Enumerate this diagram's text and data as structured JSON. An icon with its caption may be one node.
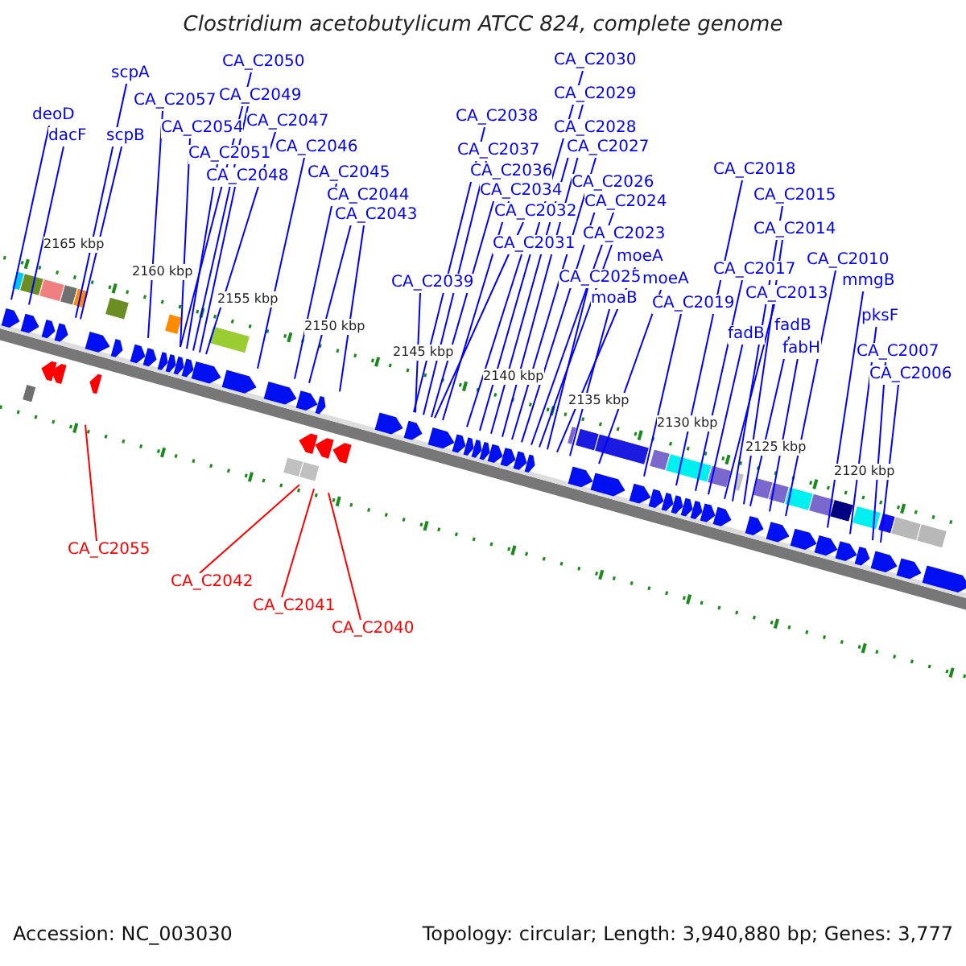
{
  "diagram": {
    "title": "Clostridium acetobutylicum ATCC 824, complete genome",
    "nodes": [
      {
        "text": [
          "deoD"
        ]
      },
      {
        "text": [
          "dacF"
        ]
      },
      {
        "text": [
          "scpA"
        ]
      },
      {
        "text": [
          "scpB"
        ]
      },
      {
        "text": [
          "CA_C2057"
        ]
      },
      {
        "text": [
          "CA_C2054"
        ]
      },
      {
        "text": [
          "CA_C2051"
        ]
      },
      {
        "text": [
          "CA_C2048"
        ]
      },
      {
        "text": [
          "CA_C2050"
        ]
      },
      {
        "text": [
          "CA_C2049"
        ]
      },
      {
        "text": [
          "CA_C2047"
        ]
      },
      {
        "text": [
          "CA_C2046"
        ]
      },
      {
        "text": [
          "CA_C2045"
        ]
      },
      {
        "text": [
          "CA_C2044"
        ]
      },
      {
        "text": [
          "CA_C2043"
        ]
      },
      {
        "text": [
          "CA_C2039"
        ]
      },
      {
        "text": [
          "CA_C2038"
        ]
      },
      {
        "text": [
          "CA_C2037"
        ]
      },
      {
        "text": [
          "CA_C2036"
        ]
      },
      {
        "text": [
          "CA_C2034"
        ]
      },
      {
        "text": [
          "CA_C2032"
        ]
      },
      {
        "text": [
          "CA_C2031"
        ]
      },
      {
        "text": [
          "CA_C2030"
        ]
      },
      {
        "text": [
          "CA_C2029"
        ]
      },
      {
        "text": [
          "CA_C2028"
        ]
      },
      {
        "text": [
          "CA_C2027"
        ]
      },
      {
        "text": [
          "CA_C2026"
        ]
      },
      {
        "text": [
          "CA_C2024"
        ]
      },
      {
        "text": [
          "CA_C2023"
        ]
      },
      {
        "text": [
          "CA_C2025"
        ]
      },
      {
        "text": [
          "moeA"
        ]
      },
      {
        "text": [
          "moaB"
        ]
      },
      {
        "text": [
          "moeA"
        ]
      },
      {
        "text": [
          "CA_C2019"
        ]
      },
      {
        "text": [
          "CA_C2018"
        ]
      },
      {
        "text": [
          "CA_C2015"
        ]
      },
      {
        "text": [
          "CA_C2014"
        ]
      },
      {
        "text": [
          "CA_C2017"
        ]
      },
      {
        "text": [
          "CA_C2013"
        ]
      },
      {
        "text": [
          "fadB"
        ]
      },
      {
        "text": [
          "fadB"
        ]
      },
      {
        "text": [
          "fabH"
        ]
      },
      {
        "text": [
          "CA_C2010"
        ]
      },
      {
        "text": [
          "mmgB"
        ]
      },
      {
        "text": [
          "pksF"
        ]
      },
      {
        "text": [
          "CA_C2007"
        ]
      },
      {
        "text": [
          "CA_C2006"
        ]
      },
      {
        "text": [
          "CA_C2055"
        ]
      },
      {
        "text": [
          "CA_C2042"
        ]
      },
      {
        "text": [
          "CA_C2041"
        ]
      },
      {
        "text": [
          "CA_C2040"
        ]
      }
    ],
    "edges": [
      {
        "from": 0,
        "to": null,
        "arrow": "none"
      },
      {
        "from": 1,
        "to": null,
        "arrow": "none"
      },
      {
        "from": 2,
        "to": null,
        "arrow": "none"
      },
      {
        "from": 3,
        "to": null,
        "arrow": "none"
      },
      {
        "from": 4,
        "to": null,
        "arrow": "none"
      },
      {
        "from": 5,
        "to": null,
        "arrow": "none"
      },
      {
        "from": 6,
        "to": null,
        "arrow": "none"
      },
      {
        "from": 7,
        "to": null,
        "arrow": "none"
      },
      {
        "from": 8,
        "to": null,
        "arrow": "none"
      },
      {
        "from": 9,
        "to": null,
        "arrow": "none"
      },
      {
        "from": 10,
        "to": null,
        "arrow": "none"
      },
      {
        "from": 11,
        "to": null,
        "arrow": "none"
      },
      {
        "from": 12,
        "to": null,
        "arrow": "none"
      },
      {
        "from": 13,
        "to": null,
        "arrow": "none"
      },
      {
        "from": 14,
        "to": null,
        "arrow": "none"
      },
      {
        "from": 15,
        "to": null,
        "arrow": "none"
      },
      {
        "from": 16,
        "to": null,
        "arrow": "none"
      },
      {
        "from": 17,
        "to": null,
        "arrow": "none"
      },
      {
        "from": 18,
        "to": null,
        "arrow": "none"
      },
      {
        "from": 19,
        "to": null,
        "arrow": "none"
      },
      {
        "from": 20,
        "to": null,
        "arrow": "none"
      },
      {
        "from": 21,
        "to": null,
        "arrow": "none"
      },
      {
        "from": 22,
        "to": null,
        "arrow": "none"
      },
      {
        "from": 23,
        "to": null,
        "arrow": "none"
      },
      {
        "from": 24,
        "to": null,
        "arrow": "none"
      },
      {
        "from": 25,
        "to": null,
        "arrow": "none"
      },
      {
        "from": 26,
        "to": null,
        "arrow": "none"
      },
      {
        "from": 27,
        "to": null,
        "arrow": "none"
      },
      {
        "from": 28,
        "to": null,
        "arrow": "none"
      },
      {
        "from": 29,
        "to": null,
        "arrow": "none"
      },
      {
        "from": 30,
        "to": null,
        "arrow": "none"
      },
      {
        "from": 31,
        "to": null,
        "arrow": "none"
      },
      {
        "from": 32,
        "to": null,
        "arrow": "none"
      },
      {
        "from": 33,
        "to": null,
        "arrow": "none"
      },
      {
        "from": 34,
        "to": null,
        "arrow": "none"
      },
      {
        "from": 35,
        "to": null,
        "arrow": "none"
      },
      {
        "from": 36,
        "to": null,
        "arrow": "none"
      },
      {
        "from": 37,
        "to": null,
        "arrow": "none"
      },
      {
        "from": 38,
        "to": null,
        "arrow": "none"
      },
      {
        "from": 39,
        "to": null,
        "arrow": "none"
      },
      {
        "from": 40,
        "to": null,
        "arrow": "none"
      },
      {
        "from": 41,
        "to": null,
        "arrow": "none"
      },
      {
        "from": 42,
        "to": null,
        "arrow": "none"
      },
      {
        "from": 43,
        "to": null,
        "arrow": "none"
      },
      {
        "from": 44,
        "to": null,
        "arrow": "none"
      },
      {
        "from": 45,
        "to": null,
        "arrow": "none"
      },
      {
        "from": 46,
        "to": null,
        "arrow": "none"
      },
      {
        "from": 47,
        "to": null,
        "arrow": "none",
        "color": "#ff0000"
      },
      {
        "from": 48,
        "to": null,
        "arrow": "none",
        "color": "#ff0000"
      },
      {
        "from": 49,
        "to": null,
        "arrow": "none",
        "color": "#ff0000"
      },
      {
        "from": 50,
        "to": null,
        "arrow": "none",
        "color": "#ff0000"
      }
    ],
    "labels": [
      "2165 kbp",
      "2160 kbp",
      "2155 kbp",
      "2150 kbp",
      "2145 kbp",
      "2140 kbp",
      "2135 kbp",
      "2130 kbp",
      "2125 kbp",
      "2120 kbp",
      "Accession: NC_003030",
      "Topology: circular; Length: 3,940,880 bp; Genes: 3,777"
    ]
  }
}
